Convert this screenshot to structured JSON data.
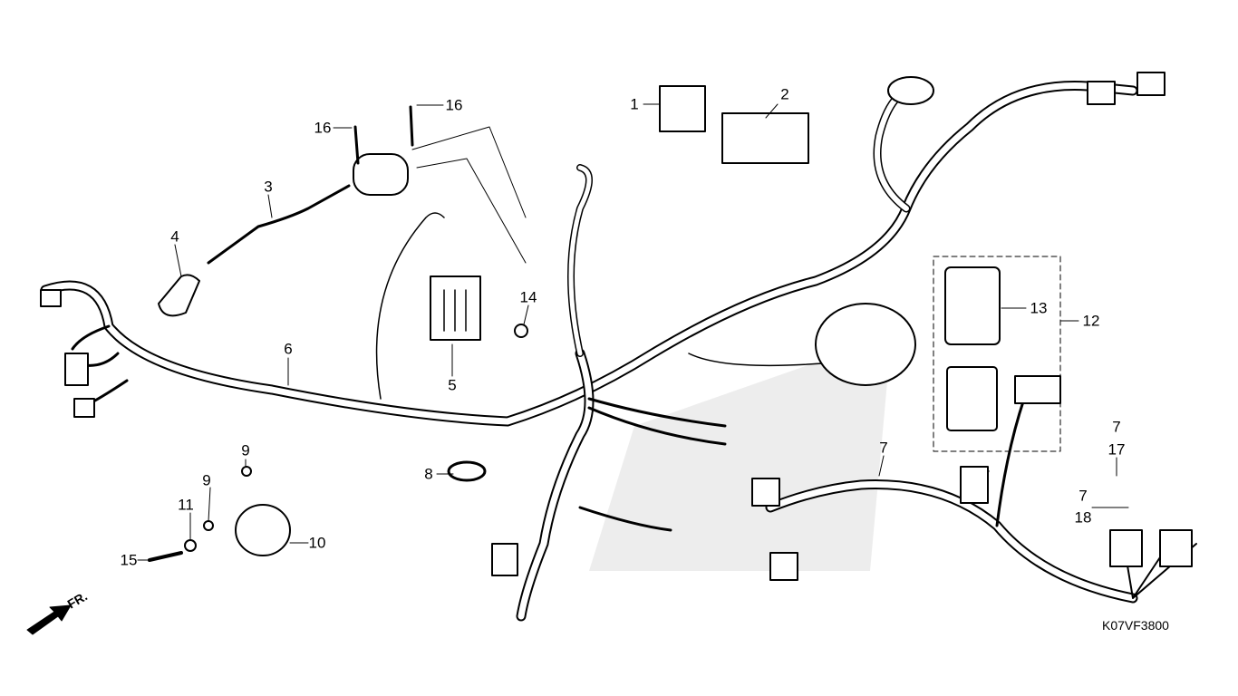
{
  "diagram": {
    "code": "K07VF3800",
    "direction_label": "FR.",
    "callouts": [
      {
        "id": "c1",
        "text": "1"
      },
      {
        "id": "c2",
        "text": "2"
      },
      {
        "id": "c3",
        "text": "3"
      },
      {
        "id": "c4",
        "text": "4"
      },
      {
        "id": "c5",
        "text": "5"
      },
      {
        "id": "c6",
        "text": "6"
      },
      {
        "id": "c7a",
        "text": "7"
      },
      {
        "id": "c8",
        "text": "8"
      },
      {
        "id": "c9a",
        "text": "9"
      },
      {
        "id": "c9b",
        "text": "9"
      },
      {
        "id": "c10",
        "text": "10"
      },
      {
        "id": "c11",
        "text": "11"
      },
      {
        "id": "c12",
        "text": "12"
      },
      {
        "id": "c13",
        "text": "13"
      },
      {
        "id": "c14",
        "text": "14"
      },
      {
        "id": "c15",
        "text": "15"
      },
      {
        "id": "c16a",
        "text": "16"
      },
      {
        "id": "c16b",
        "text": "16"
      },
      {
        "id": "c7b",
        "text": "7"
      },
      {
        "id": "c17",
        "text": "17"
      },
      {
        "id": "c7c",
        "text": "7"
      },
      {
        "id": "c18",
        "text": "18"
      }
    ]
  }
}
